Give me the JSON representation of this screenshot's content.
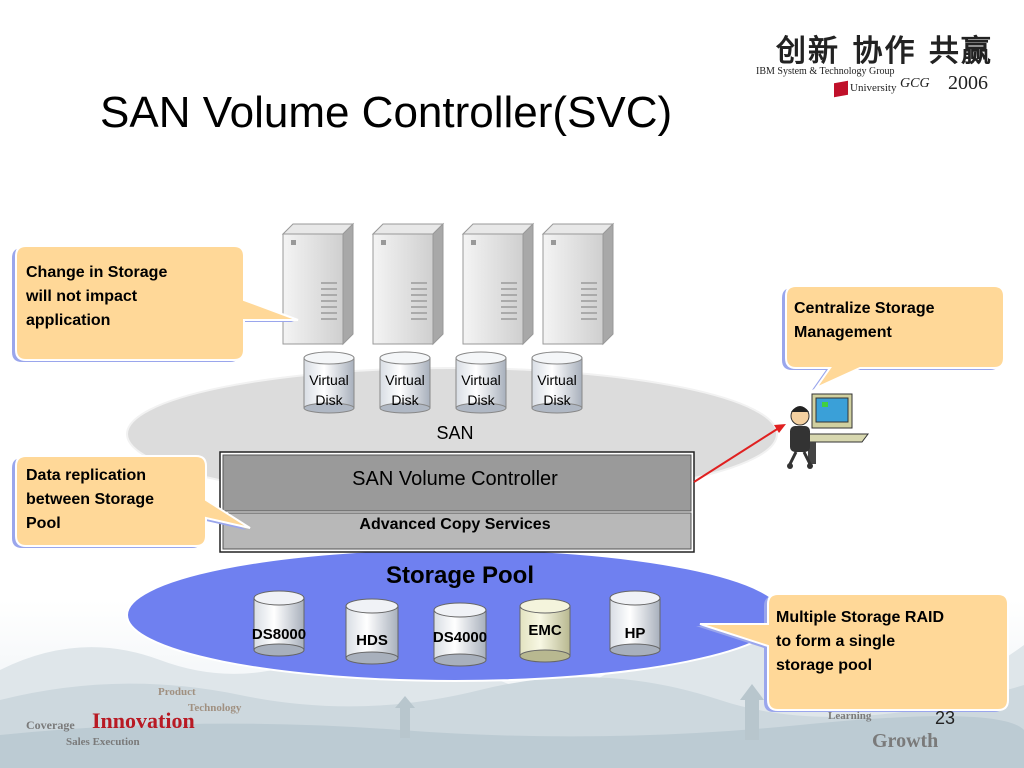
{
  "title": "SAN Volume Controller(SVC)",
  "logo": {
    "chinese": "创新 协作 共赢",
    "group": "IBM System & Technology Group",
    "university": "University",
    "gcg": "GCG",
    "year": "2006"
  },
  "callouts": {
    "change": [
      "Change in Storage",
      "will not impact",
      "application"
    ],
    "centralize": [
      "Centralize Storage",
      "Management"
    ],
    "replication": [
      "Data replication",
      "between Storage",
      "Pool"
    ],
    "raid": [
      "Multiple Storage RAID",
      "to form a single",
      "storage pool"
    ]
  },
  "virtual_disks": [
    {
      "line1": "Virtual",
      "line2": "Disk"
    },
    {
      "line1": "Virtual",
      "line2": "Disk"
    },
    {
      "line1": "Virtual",
      "line2": "Disk"
    },
    {
      "line1": "Virtual",
      "line2": "Disk"
    }
  ],
  "san_label": "SAN",
  "svc_label": "SAN Volume Controller",
  "acs_label": "Advanced Copy Services",
  "pool_label": "Storage Pool",
  "storage_units": [
    "DS8000",
    "HDS",
    "DS4000",
    "EMC",
    "HP"
  ],
  "page_number": "23",
  "footer": {
    "product": "Product",
    "technology": "Technology",
    "coverage": "Coverage",
    "innovation": "Innovation",
    "sales": "Sales Execution",
    "learning": "Learning",
    "growth": "Growth"
  },
  "colors": {
    "callout_fill": "#ffd898",
    "callout_border": "#8090e0",
    "pool_fill": "#6f80f0",
    "san_fill": "#dcdcdc",
    "controller_fill": "#9a9a9a"
  }
}
